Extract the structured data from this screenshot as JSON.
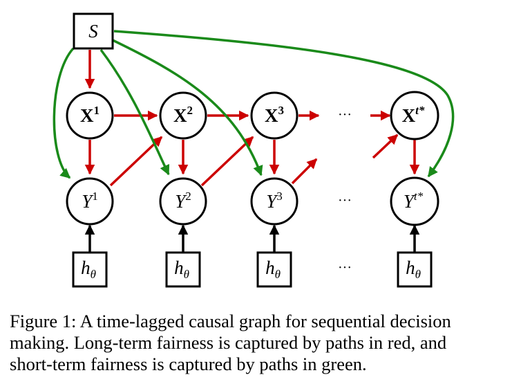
{
  "figure": {
    "source_node": {
      "label": "S"
    },
    "state_nodes": [
      {
        "base": "X",
        "superscript": "1"
      },
      {
        "base": "X",
        "superscript": "2"
      },
      {
        "base": "X",
        "superscript": "3"
      },
      {
        "base": "X",
        "superscript": "t*"
      }
    ],
    "outcome_nodes": [
      {
        "base": "Y",
        "superscript": "1"
      },
      {
        "base": "Y",
        "superscript": "2"
      },
      {
        "base": "Y",
        "superscript": "3"
      },
      {
        "base": "Y",
        "superscript": "t*"
      }
    ],
    "policy_nodes": [
      {
        "base": "h",
        "subscript": "θ"
      },
      {
        "base": "h",
        "subscript": "θ"
      },
      {
        "base": "h",
        "subscript": "θ"
      },
      {
        "base": "h",
        "subscript": "θ"
      }
    ],
    "ellipsis": "···",
    "colors": {
      "long_term_path": "#cc0000",
      "short_term_path": "#1a8a1a",
      "policy_edge": "#000000"
    }
  },
  "caption": {
    "lines": [
      "Figure 1: A time-lagged causal graph for sequential decision",
      "making. Long-term fairness is captured by paths in red, and",
      "short-term fairness is captured by paths in green."
    ]
  }
}
